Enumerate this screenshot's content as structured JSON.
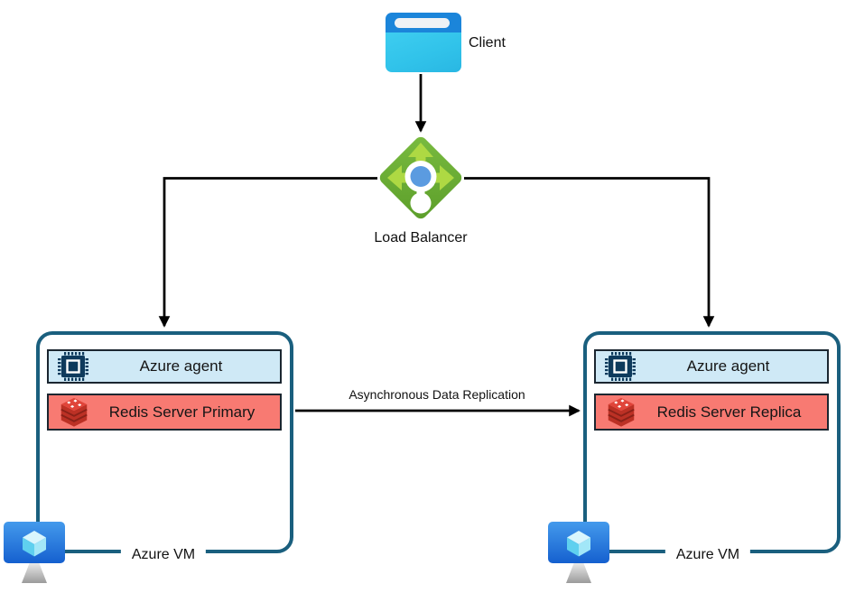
{
  "client": {
    "label": "Client"
  },
  "load_balancer": {
    "label": "Load Balancer"
  },
  "replication": {
    "label": "Asynchronous Data Replication"
  },
  "vm_left": {
    "label": "Azure VM",
    "agent_label": "Azure agent",
    "redis_label": "Redis Server Primary"
  },
  "vm_right": {
    "label": "Azure VM",
    "agent_label": "Azure agent",
    "redis_label": "Redis Server Replica"
  },
  "icons": {
    "client": "browser-window-icon",
    "load_balancer": "load-balancer-icon",
    "agent": "cpu-chip-icon",
    "redis": "redis-database-icon",
    "vm": "azure-vm-monitor-icon"
  },
  "colors": {
    "box_border": "#1a5f7e",
    "bar_border": "#1b2630",
    "agent_fill": "#cfe9f6",
    "redis_fill": "#f87a72",
    "lb_diamond_green": "#6cae33",
    "lb_arrow_green": "#aed943",
    "lb_dot_blue": "#5b9be0",
    "client_header_blue": "#1b85da",
    "client_body_cyan": "#31c3ea",
    "chip_navy": "#0e3a5c",
    "redis_red": "#bc3125",
    "monitor_blue": "#2f80e0",
    "line_black": "#000000"
  }
}
